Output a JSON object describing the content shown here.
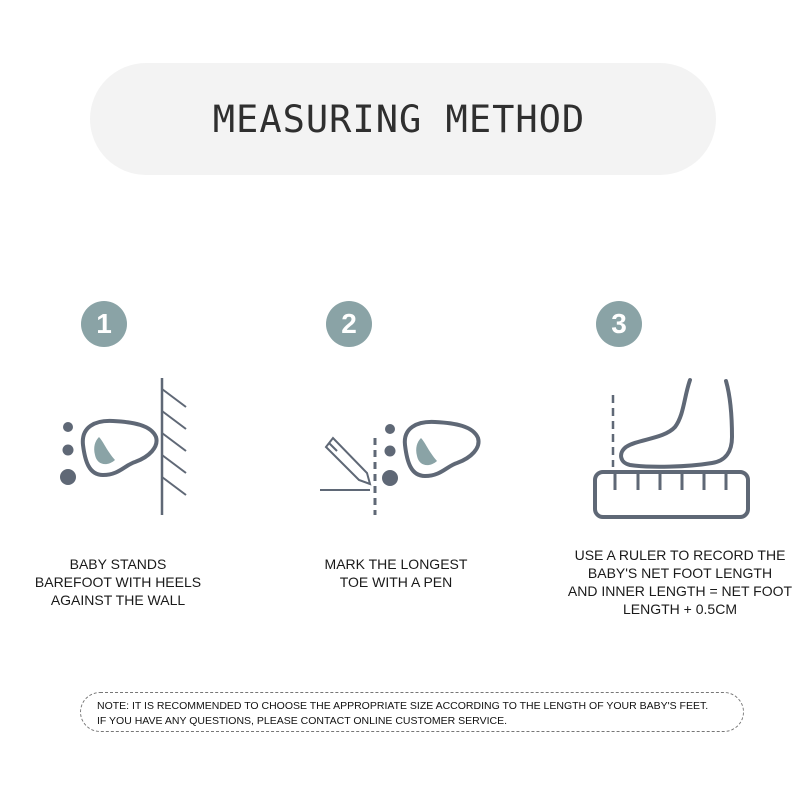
{
  "title": "MEASURING METHOD",
  "steps": [
    {
      "number": "1",
      "caption_lines": [
        "BABY STANDS",
        "BAREFOOT WITH HEELS",
        "AGAINST THE WALL"
      ],
      "icon": "foot-against-wall-icon"
    },
    {
      "number": "2",
      "caption_lines": [
        "MARK THE LONGEST",
        "TOE WITH A PEN"
      ],
      "icon": "pen-mark-toe-icon"
    },
    {
      "number": "3",
      "caption_lines": [
        "USE A RULER TO RECORD THE",
        "BABY'S NET FOOT LENGTH",
        "AND INNER LENGTH = NET FOOT",
        "LENGTH + 0.5CM"
      ],
      "icon": "foot-on-ruler-icon"
    }
  ],
  "note": {
    "line1": "NOTE: IT IS RECOMMENDED TO CHOOSE THE APPROPRIATE SIZE ACCORDING TO THE LENGTH OF YOUR BABY'S FEET.",
    "line2": "IF YOU HAVE ANY QUESTIONS, PLEASE CONTACT ONLINE CUSTOMER SERVICE."
  },
  "colors": {
    "badge": "#8aa3a6",
    "icon_stroke": "#5f6876",
    "icon_fill": "#8aa3a6",
    "pill": "#f3f3f3"
  }
}
